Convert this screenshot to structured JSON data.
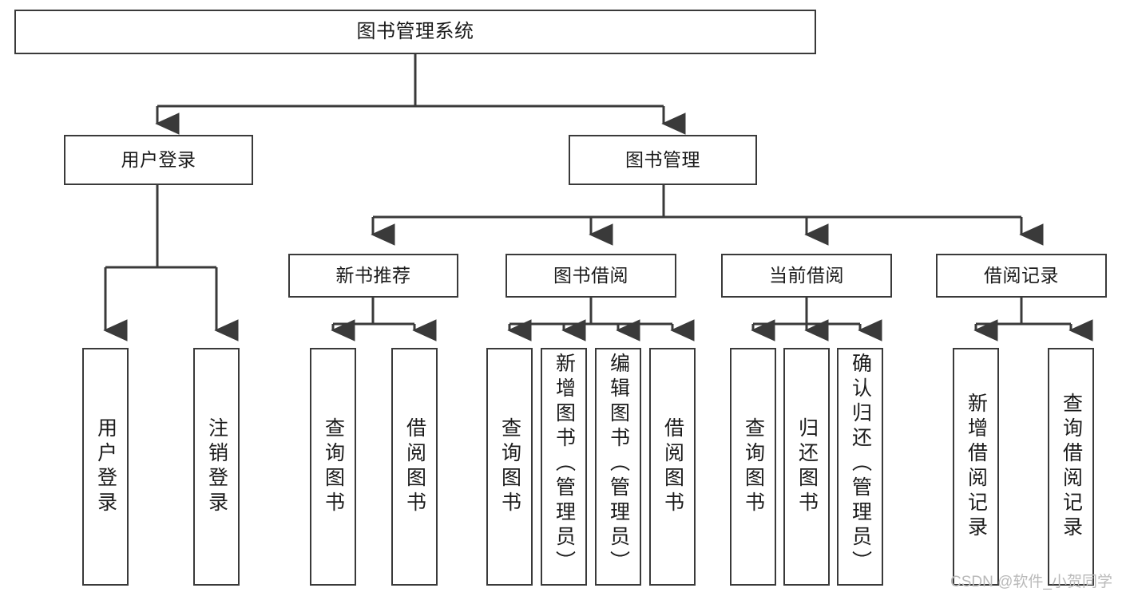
{
  "diagram": {
    "title": "图书管理系统",
    "watermark": "CSDN @软件_小贺同学",
    "colors": {
      "stroke": "#3a3a3a",
      "text": "#1b1b1b",
      "background": "#ffffff",
      "watermark": "#b9b9b9"
    },
    "root": {
      "label": "图书管理系统"
    },
    "branches": [
      {
        "label": "用户登录"
      },
      {
        "label": "图书管理"
      },
      {
        "label": "新书推荐"
      },
      {
        "label": "图书借阅"
      },
      {
        "label": "当前借阅"
      },
      {
        "label": "借阅记录"
      }
    ],
    "leaves": [
      {
        "label": "用户登录",
        "parent": "用户登录"
      },
      {
        "label": "注销登录",
        "parent": "用户登录"
      },
      {
        "label": "查询图书",
        "parent": "新书推荐"
      },
      {
        "label": "借阅图书",
        "parent": "新书推荐"
      },
      {
        "label": "查询图书",
        "parent": "图书借阅"
      },
      {
        "label": "新增图书（管理员）",
        "parent": "图书借阅"
      },
      {
        "label": "编辑图书（管理员）",
        "parent": "图书借阅"
      },
      {
        "label": "借阅图书",
        "parent": "图书借阅"
      },
      {
        "label": "查询图书",
        "parent": "当前借阅"
      },
      {
        "label": "归还图书",
        "parent": "当前借阅"
      },
      {
        "label": "确认归还（管理员）",
        "parent": "当前借阅"
      },
      {
        "label": "新增借阅记录",
        "parent": "借阅记录"
      },
      {
        "label": "查询借阅记录",
        "parent": "借阅记录"
      }
    ]
  }
}
